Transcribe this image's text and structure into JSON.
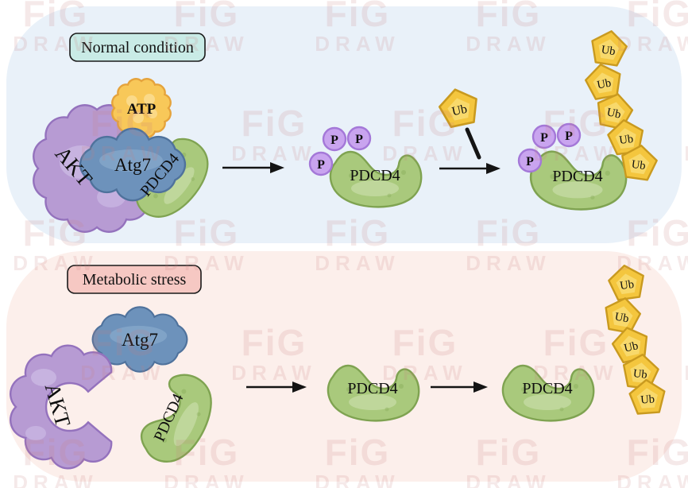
{
  "panels": {
    "normal": {
      "label": "Normal condition",
      "bg": "#e9f1f9",
      "label_bg": "#c9ebe6"
    },
    "stress": {
      "label": "Metabolic stress",
      "bg": "#fcefeb",
      "label_bg": "#f6c8c3"
    }
  },
  "molecules": {
    "akt": "AKT",
    "atg7": "Atg7",
    "atp": "ATP",
    "pdcd4": "PDCD4",
    "phosphate": "P",
    "ubiquitin": "Ub"
  },
  "colors": {
    "akt": "#b79bd3",
    "akt_stroke": "#9472bd",
    "akt_highlight": "#cbb9e4",
    "atg7": "#6d92bb",
    "atg7_stroke": "#4f729c",
    "atp": "#f8c859",
    "atp_stroke": "#e5a33c",
    "pdcd4": "#a9c97c",
    "pdcd4_stroke": "#7fa351",
    "phosphate": "#c9a4ef",
    "phosphate_stroke": "#a478d8",
    "ubiquitin": "#f4c63e",
    "ubiquitin_stroke": "#c99a1f",
    "arrow": "#141414"
  },
  "watermark": {
    "line1": "FiG",
    "line2": "DRAW"
  }
}
